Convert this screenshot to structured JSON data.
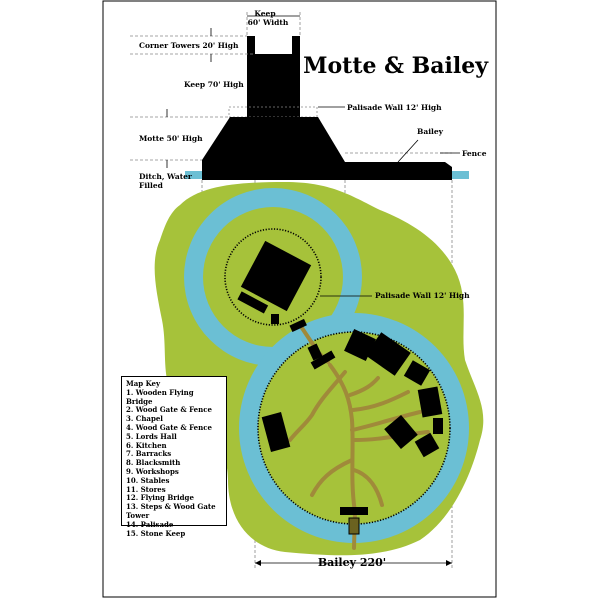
{
  "title": "Motte & Bailey",
  "labels": {
    "keep_width": "Keep",
    "keep_width_value": "60' Width",
    "corner_towers": "Corner Towers 20' High",
    "keep_height": "Keep 70' High",
    "palisade_top": "Palisade Wall 12' High",
    "motte": "Motte 50' High",
    "bailey_side": "Bailey",
    "fence": "Fence",
    "ditch_line1": "Ditch, Water",
    "ditch_line2": "Filled",
    "palisade_plan": "Palisade Wall 12' High",
    "bailey_width": "Bailey 220'"
  },
  "map_key": {
    "heading": "Map Key",
    "items": [
      "1. Wooden Flying Bridge",
      "2. Wood Gate & Fence",
      "3. Chapel",
      "4. Wood Gate & Fence",
      "5. Lords Hall",
      "6. Kitchen",
      "7. Barracks",
      "8. Blacksmith",
      "9. Workshops",
      "10. Stables",
      "11. Stores",
      "12. Flying Bridge",
      "13. Steps & Wood Gate Tower",
      "14. Palisade",
      "15. Stone Keep"
    ]
  },
  "colors": {
    "grass": "#a6c23a",
    "water": "#6bbfd4",
    "path": "#a08a3a",
    "structure": "#000000"
  }
}
